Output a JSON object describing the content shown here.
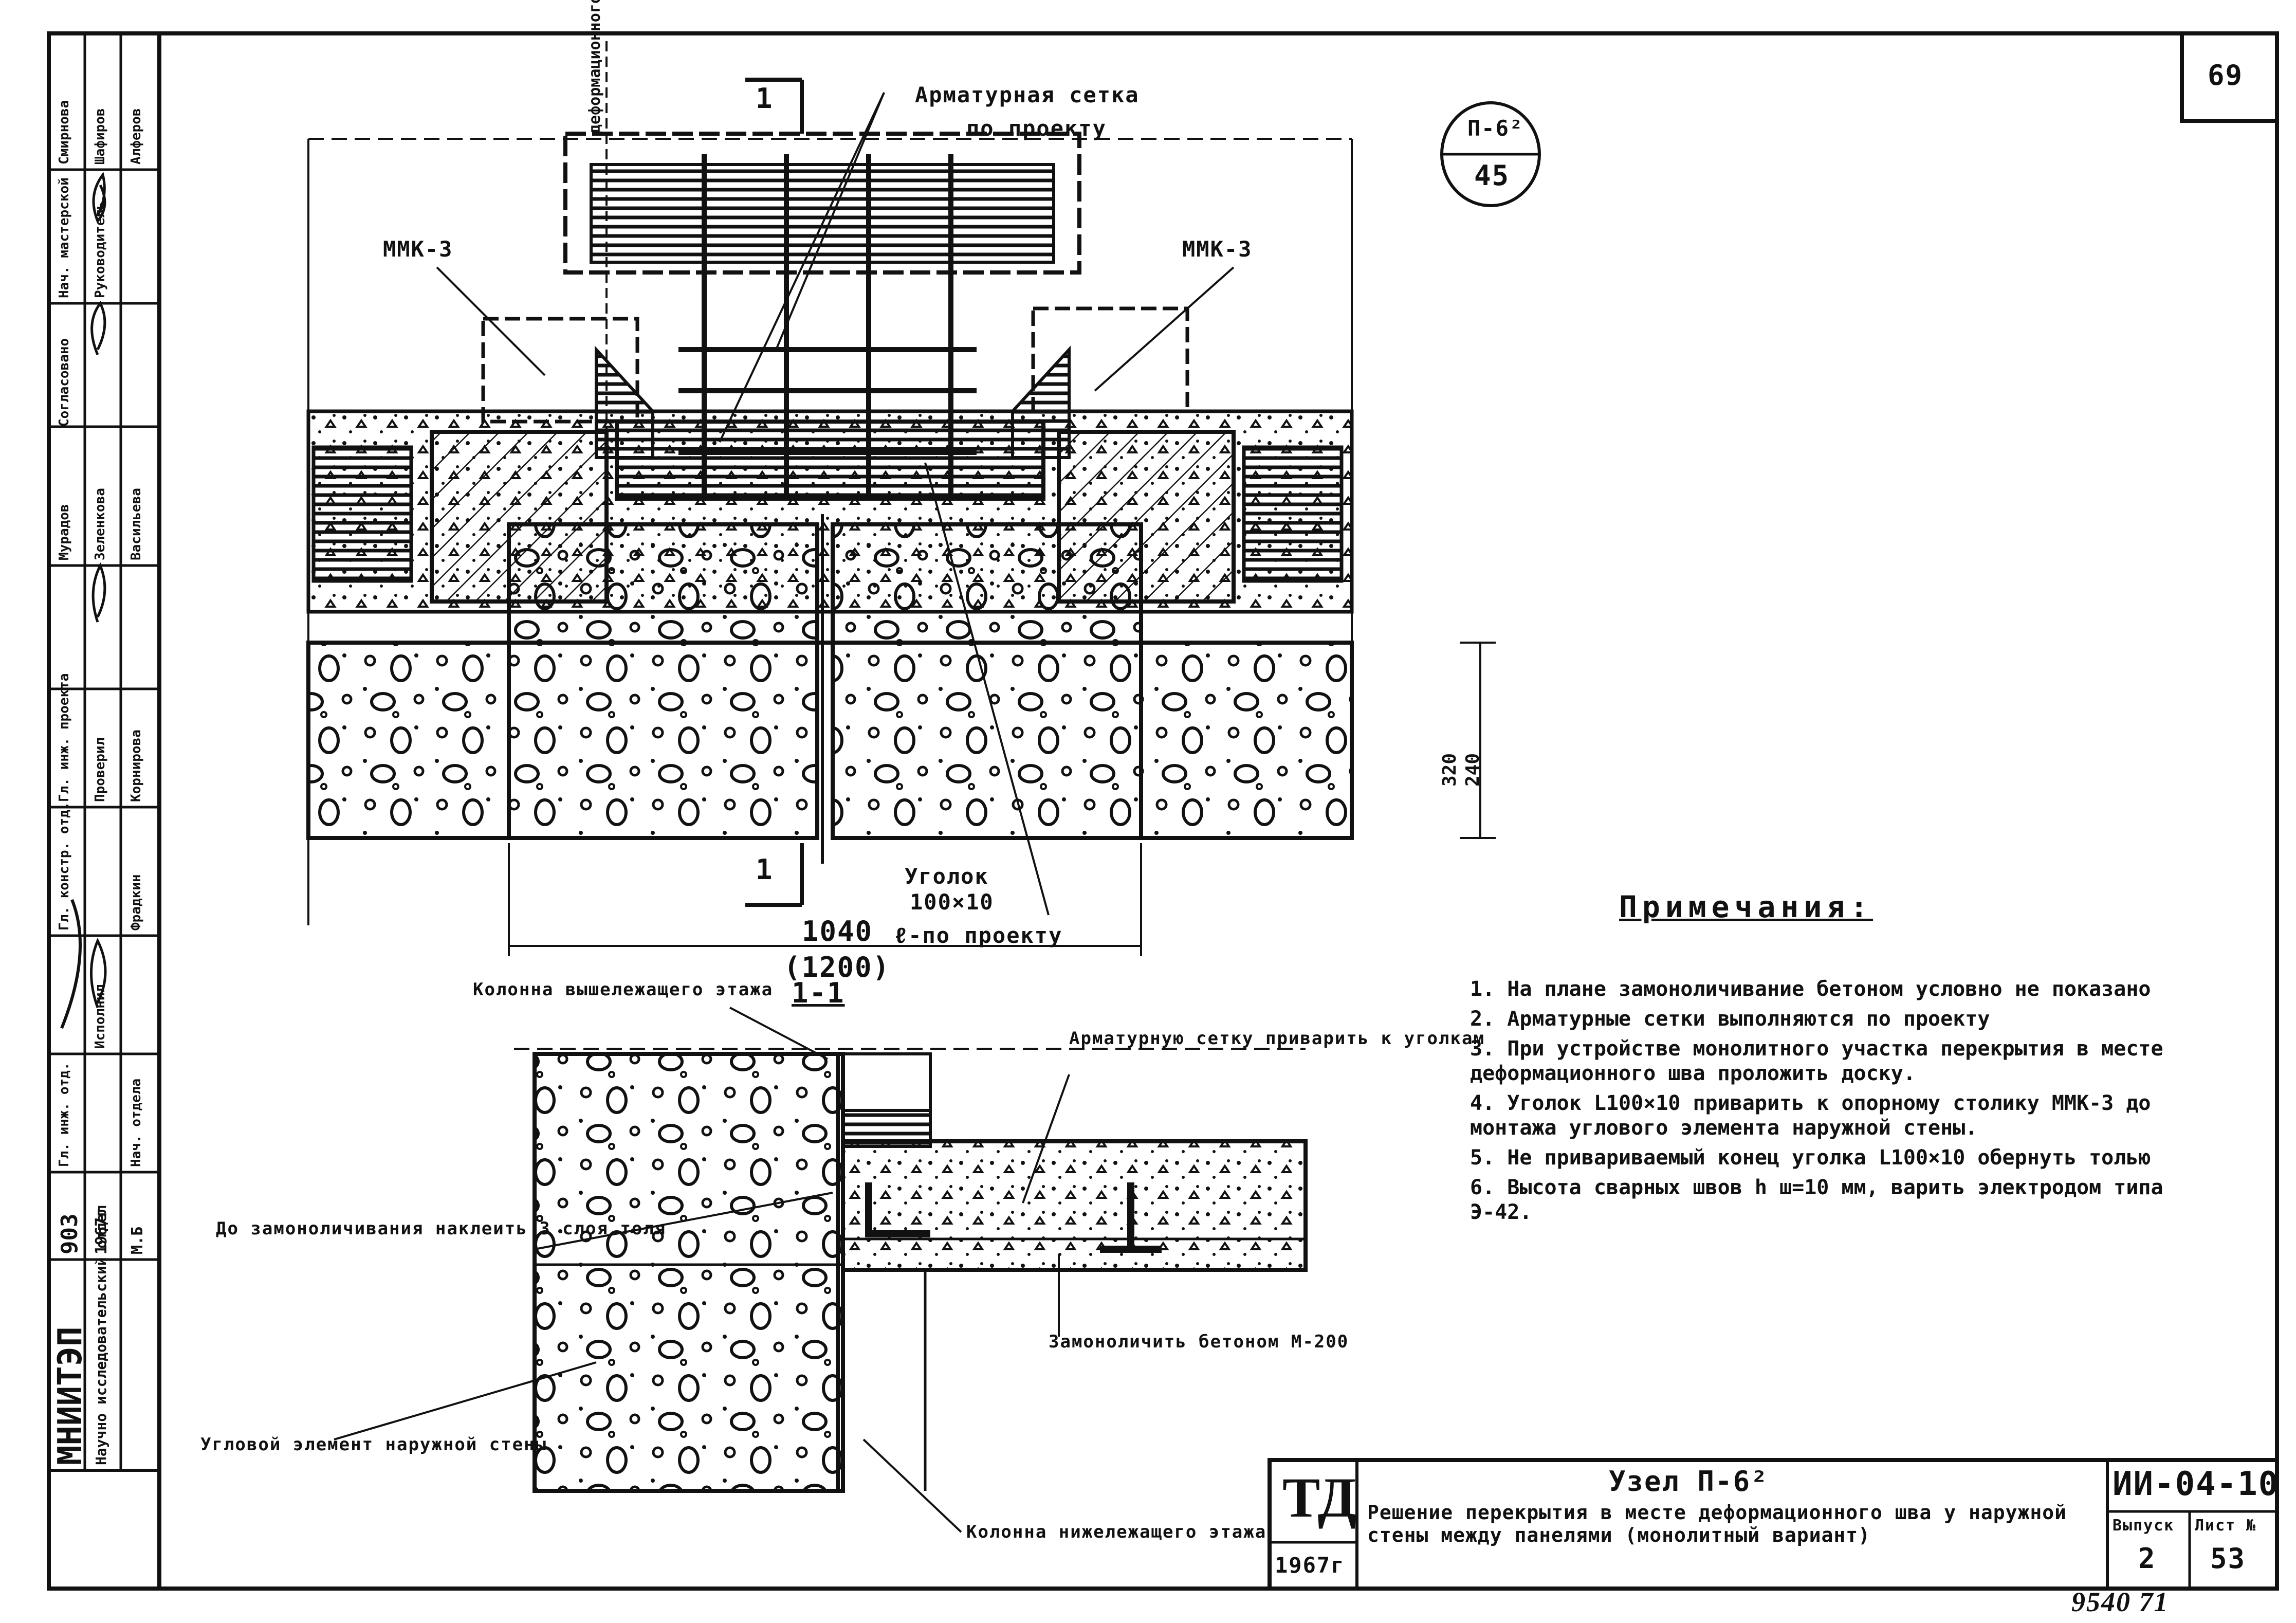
{
  "sheet": {
    "page_number": "69"
  },
  "callout": {
    "top": "П-6²",
    "bottom": "45"
  },
  "plan": {
    "labels": {
      "reinforcement_mesh": "Арматурная сетка",
      "per_project": "по проекту",
      "mmk_left": "ММК-3",
      "mmk_right": "ММК-3",
      "deformation_joint": "деформационного шва",
      "section_mark": "1",
      "angle": "Уголок",
      "angle_size": "100×10",
      "angle_length": "ℓ-по проекту",
      "dim_width": "1040",
      "dim_width_alt": "(1200)",
      "dim_320": "320",
      "dim_240": "240"
    }
  },
  "section": {
    "title": "1-1",
    "labels": {
      "upper_column": "Колонна вышележащего этажа",
      "weld_mesh": "Арматурную сетку приварить к уголкам",
      "glue_tol": "До замоноличивания наклеить 3 слоя толя",
      "fill_concrete": "Замоноличить бетоном М-200",
      "corner_element": "Угловой элемент наружной стены",
      "lower_column": "Колонна нижележащего этажа"
    }
  },
  "notes": {
    "title": "Примечания:",
    "items": [
      "1. На плане замоноличивание бетоном условно не показано",
      "2. Арматурные сетки выполняются по проекту",
      "3. При устройстве монолитного участка перекрытия в месте деформационного шва проложить доску.",
      "4. Уголок L100×10 приварить к опорному столику ММК-3 до монтажа углового элемента наружной стены.",
      "5. Не привариваемый конец уголка L100×10 обернуть толью",
      "6. Высота сварных швов h ш=10 мм, варить электродом типа Э-42."
    ]
  },
  "title_block": {
    "org_code": "ТД",
    "year": "1967г",
    "node_name": "Узел П-6²",
    "description": "Решение перекрытия в месте деформационного шва у наружной стены между панелями (монолитный вариант)",
    "series": "ИИ-04-10",
    "issue_label": "Выпуск",
    "issue": "2",
    "sheet_label": "Лист №",
    "sheet": "53"
  },
  "stamp": {
    "org": "МНИИТЭП",
    "dept": "Научно исследовательский отдел",
    "rows": [
      "Нач. мастерской",
      "Гл. инж. проекта",
      "Руководитель",
      "Гл. констр. отд.",
      "Проверил",
      "Исполнил",
      "Нач. отдела",
      "Гл. инж. отд.",
      "Согласовано"
    ],
    "names": [
      "Смирнова",
      "Шафиров",
      "Алферов",
      "Мурадов",
      "Зеленкова",
      "Васильева",
      "Корнирова",
      "Фрадкин",
      "М.Б"
    ],
    "code": "903",
    "year": "1967г"
  },
  "footer": {
    "archive": "9540 71"
  }
}
